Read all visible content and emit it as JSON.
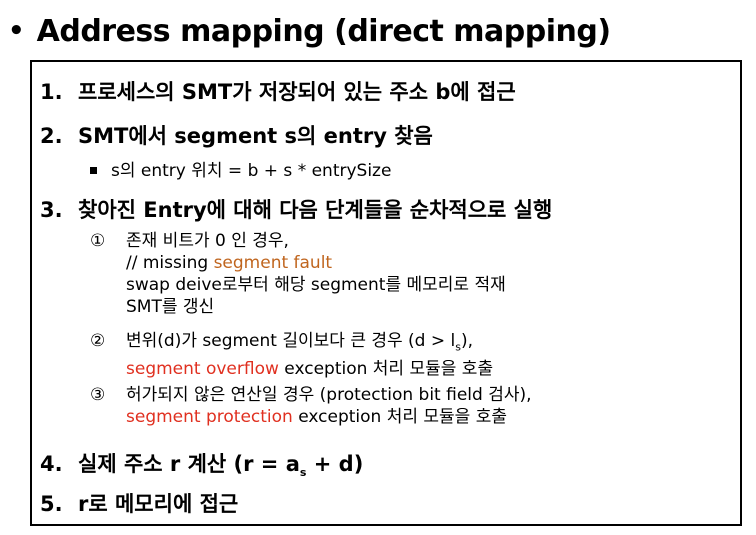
{
  "title": {
    "bullet": "•",
    "text": "Address mapping (direct mapping)"
  },
  "steps": [
    {
      "num": "1.",
      "text": "프로세스의 SMT가 저장되어 있는 주소 b에 접근"
    },
    {
      "num": "2.",
      "text": "SMT에서 segment s의 entry 찾음"
    },
    {
      "num": "3.",
      "text": "찾아진 Entry에 대해 다음 단계들을 순차적으로 실행"
    },
    {
      "num": "4.",
      "text_before": "실제 주소 r 계산 (r = a",
      "text_sub": "s",
      "text_after": " + d)"
    },
    {
      "num": "5.",
      "text": "r로 메모리에 접근"
    }
  ],
  "step2_sub": "s의 entry 위치 = b + s * entrySize",
  "substeps": [
    {
      "marker": "①",
      "line1": "존재 비트가 0 인 경우,",
      "line2_prefix": "// missing ",
      "line2_highlight": "segment fault",
      "line3": "swap deive로부터 해당 segment를 메모리로 적재",
      "line4": "SMT를 갱신"
    },
    {
      "marker": "②",
      "line1_before": "변위(d)가 segment 길이보다 큰 경우 (d > l",
      "line1_sub": "s",
      "line1_after": "),",
      "line2_highlight": "segment overflow",
      "line2_rest": " exception 처리 모듈을 호출"
    },
    {
      "marker": "③",
      "line1": "허가되지 않은 연산일 경우 (protection bit field 검사),",
      "line2_highlight": "segment protection",
      "line2_rest": " exception 처리 모듈을 호출"
    }
  ],
  "colors": {
    "red": "#e03020",
    "brown": "#c0651e"
  }
}
